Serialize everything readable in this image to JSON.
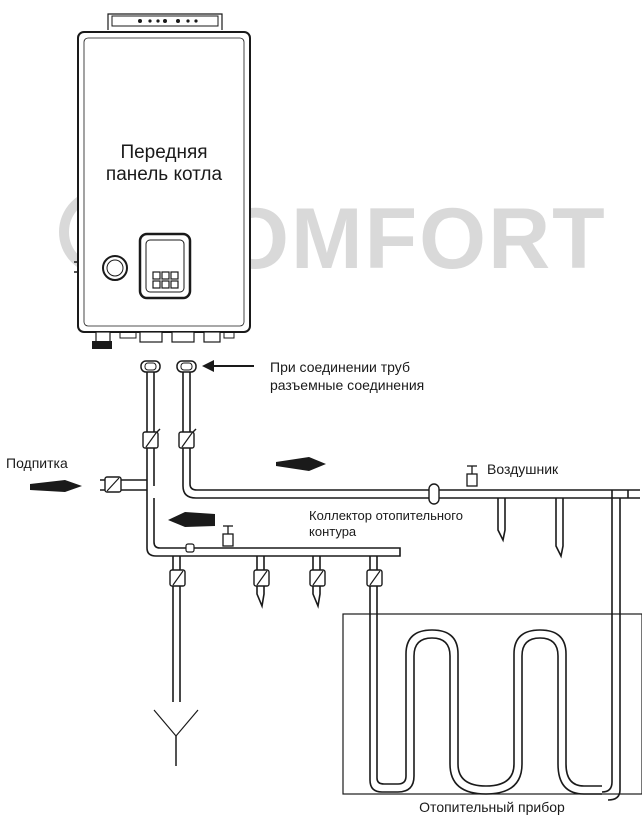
{
  "watermark": {
    "brand": "KOMFORT",
    "color": "#d6d6d6"
  },
  "boiler": {
    "front_panel_line1": "Передняя",
    "front_panel_line2": "панель котла"
  },
  "labels": {
    "connections_line1": "При соединении труб",
    "connections_line2": "разъемные соединения",
    "makeup": "Подпитка",
    "air_vent": "Воздушник",
    "collector_line1": "Коллектор отопительного",
    "collector_line2": "контура",
    "radiator": "Отопительный прибор"
  },
  "colors": {
    "line": "#1a1a1a",
    "arrow": "#1a1a1a",
    "background": "#ffffff"
  },
  "icons": [
    "arrow-right-icon",
    "arrow-left-icon",
    "valve-icon",
    "air-vent-icon",
    "drain-funnel-icon"
  ]
}
